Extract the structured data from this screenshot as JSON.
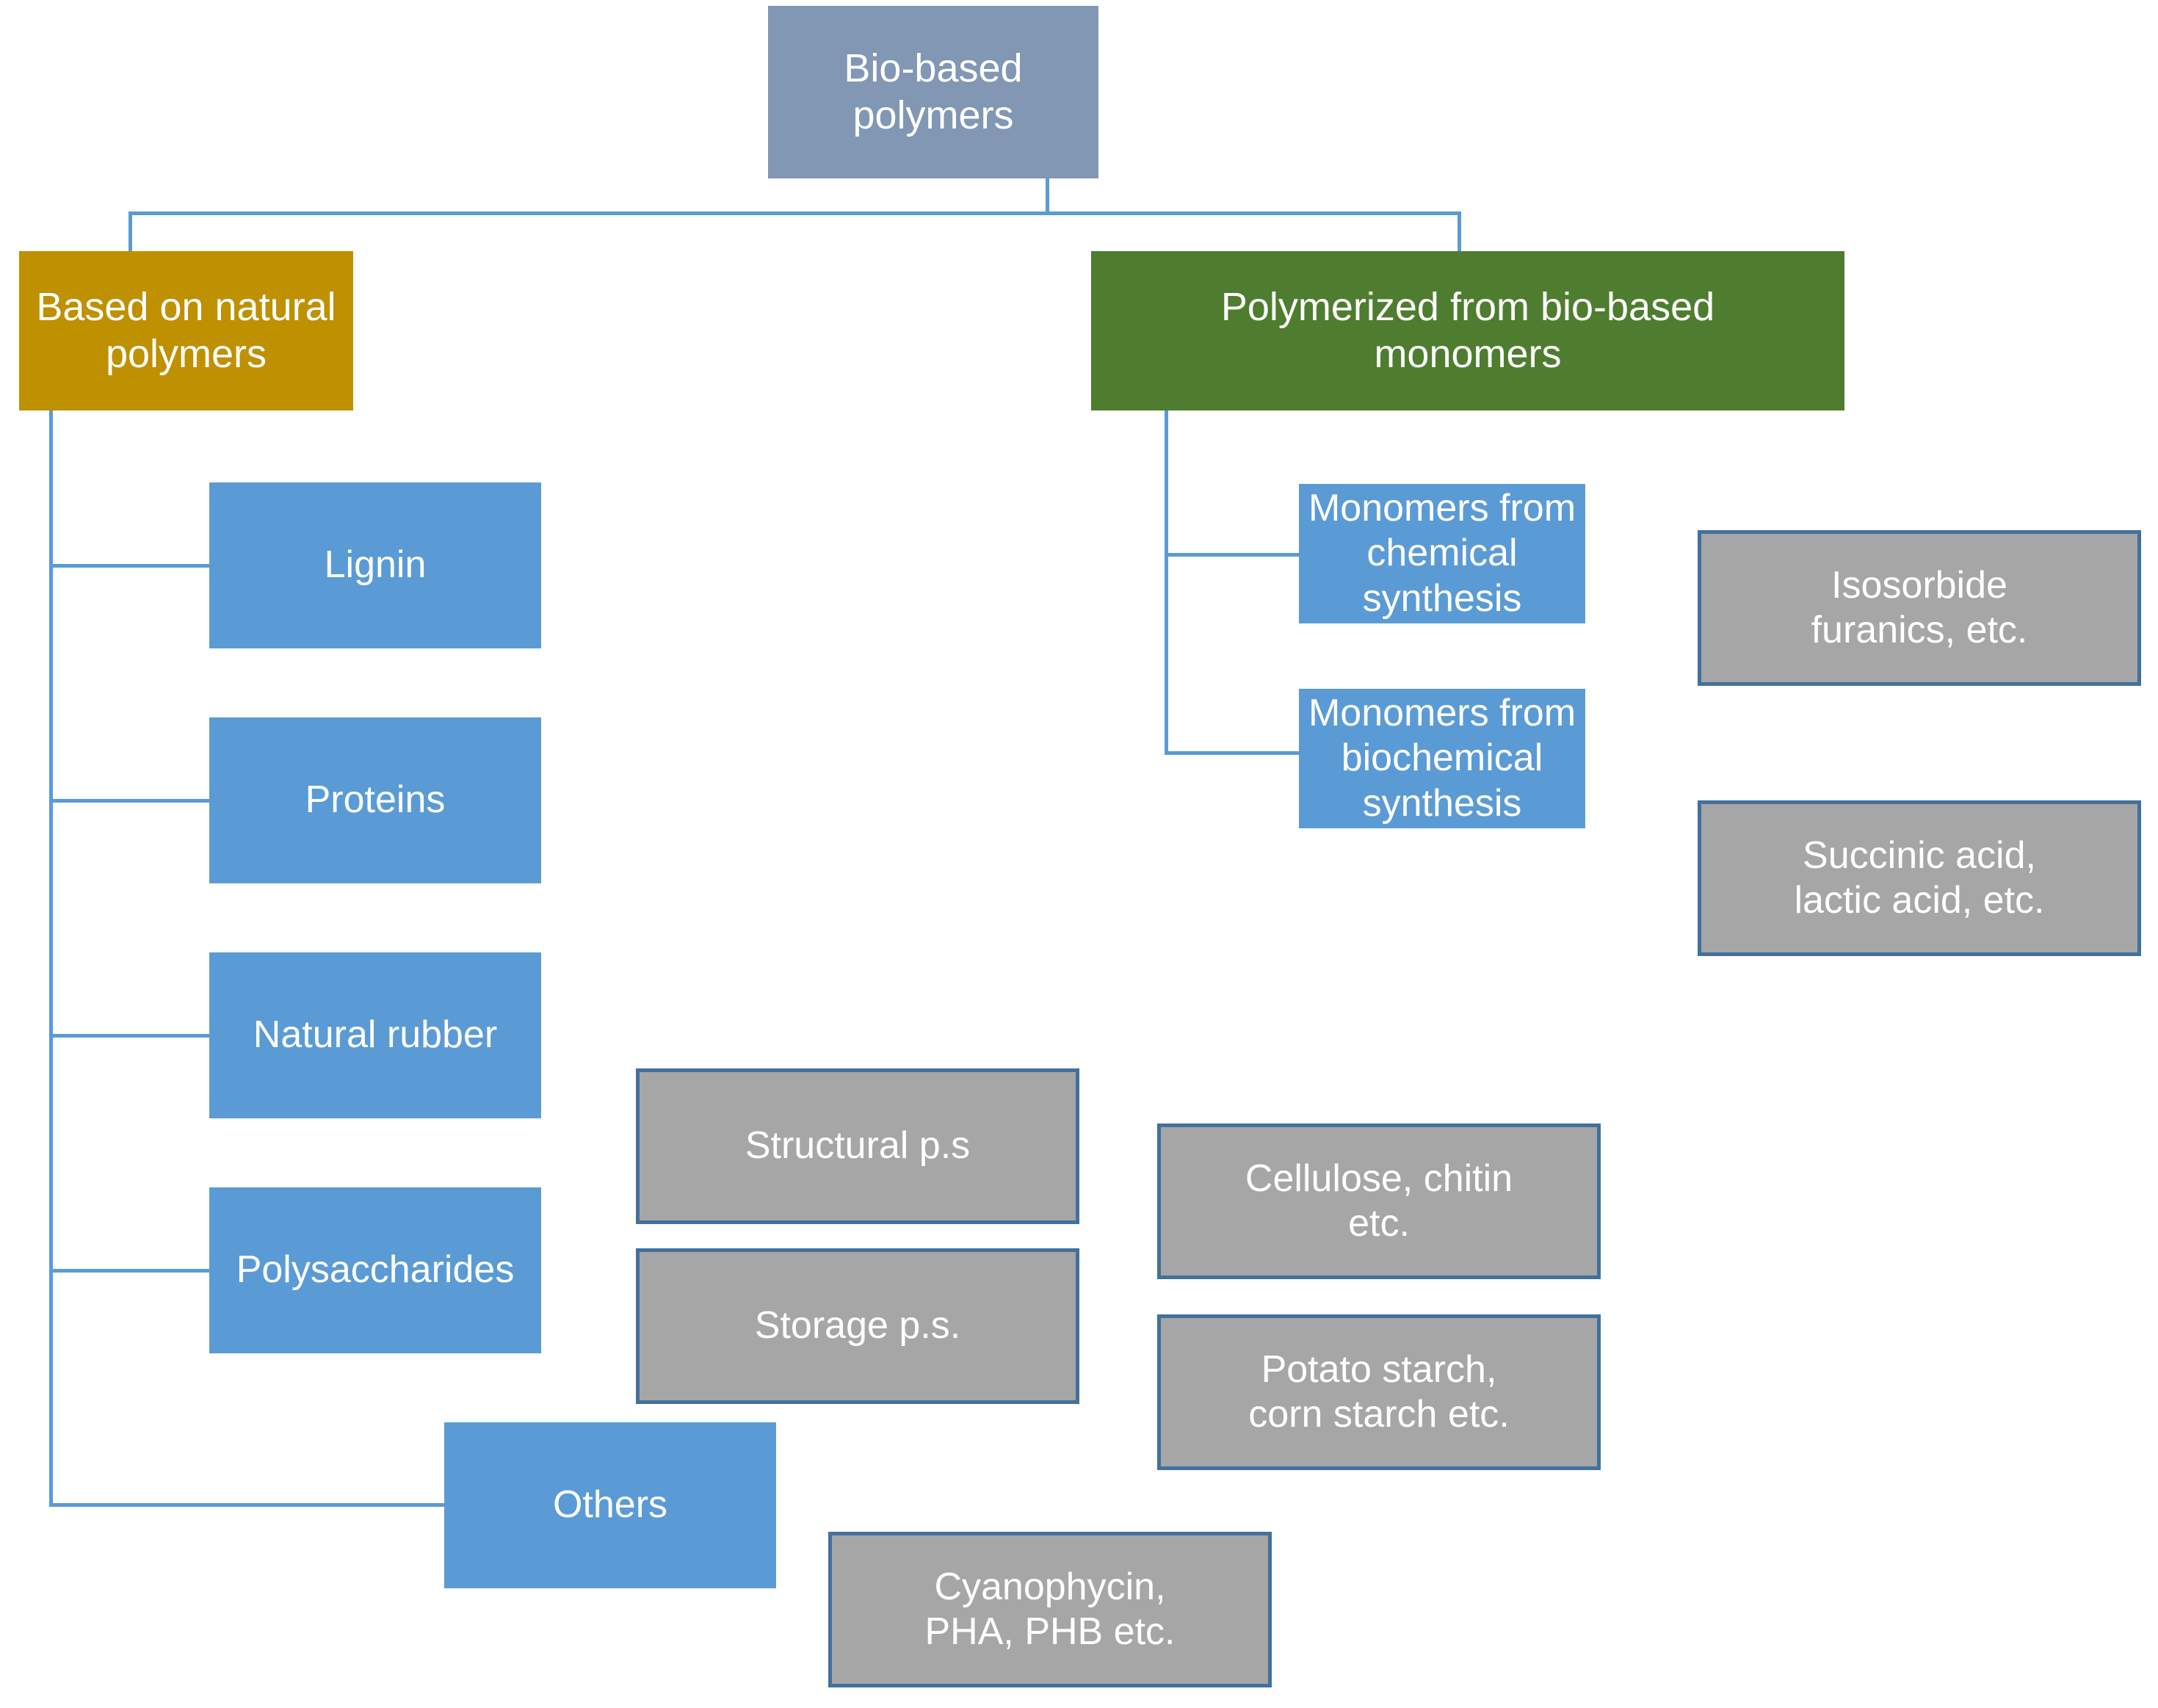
{
  "diagram": {
    "title": "Bio-based polymers classification",
    "colors": {
      "root_fill": "#8197b4",
      "natural_fill": "#bf9000",
      "monomer_fill": "#4e7d2f",
      "blue_fill": "#5b9bd5",
      "gray_fill": "#a6a6a6",
      "gray_border": "#41719c",
      "connector": "#5b9bd5",
      "text": "#ffffff",
      "background": "#ffffff"
    },
    "nodes": {
      "root": {
        "label": "Bio-based\npolymers"
      },
      "natural_polymers": {
        "label": "Based on natural\npolymers"
      },
      "biobased_monomers": {
        "label": "Polymerized from bio-based\nmonomers"
      },
      "lignin": {
        "label": "Lignin"
      },
      "proteins": {
        "label": "Proteins"
      },
      "natural_rubber": {
        "label": "Natural rubber"
      },
      "polysaccharides": {
        "label": "Polysaccharides"
      },
      "others": {
        "label": "Others"
      },
      "structural_ps": {
        "label": "Structural p.s"
      },
      "storage_ps": {
        "label": "Storage p.s."
      },
      "cellulose_chitin": {
        "label": "Cellulose, chitin\netc."
      },
      "potato_corn_starch": {
        "label": "Potato starch,\ncorn starch etc."
      },
      "cyanophycin_pha_phb": {
        "label": "Cyanophycin,\nPHA, PHB etc."
      },
      "monomers_chemical": {
        "label": "Monomers from\nchemical\nsynthesis"
      },
      "monomers_biochemical": {
        "label": "Monomers from\nbiochemical\nsynthesis"
      },
      "isosorbide_furanics": {
        "label": "Isosorbide\nfuranics, etc."
      },
      "succinic_lactic": {
        "label": "Succinic acid,\nlactic acid, etc."
      }
    }
  }
}
